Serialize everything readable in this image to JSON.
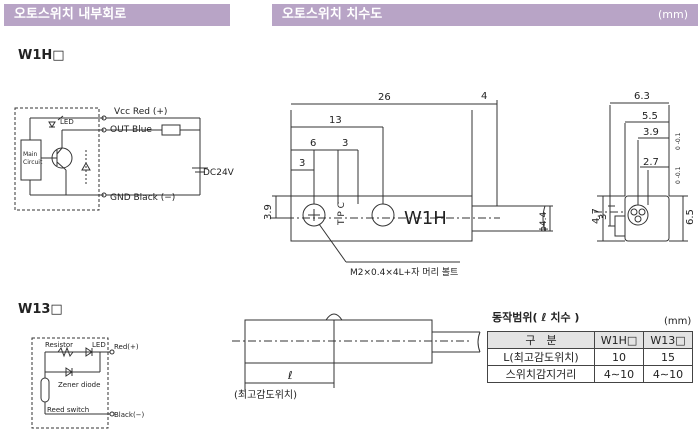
{
  "headers": {
    "internal_circuit": "오토스위치 내부회로",
    "dimensions": "오토스위치 치수도",
    "unit": "(mm)"
  },
  "models": {
    "w1h": "W1H□",
    "w13": "W13□"
  },
  "circuit_w1h": {
    "vcc": "Vcc Red (+)",
    "out": "OUT Blue",
    "gnd": "GND Black (−)",
    "led": "LED",
    "main_circuit": "Main\nCircuit",
    "supply": "DC24V"
  },
  "circuit_w13": {
    "resistor": "Resistor",
    "led": "LED",
    "red": "Red(+)",
    "zener": "Zener diode",
    "reed": "Reed switch",
    "black": "Black(−)"
  },
  "dims_w1h": {
    "d26": "26",
    "d4": "4",
    "d13": "13",
    "d6": "6",
    "d3a": "3",
    "d3b": "3",
    "d39": "3.9",
    "d44": "ϕ4.4",
    "label": "W1H",
    "tpc": "T P C",
    "screw": "M2×0.4×4L+자 머리 볼트"
  },
  "dims_side": {
    "d63": "6.3",
    "d55": "5.5",
    "d39": "3.9",
    "d27": "2.7",
    "tol1": "0\n-0.1",
    "tol2": "0\n-0.1",
    "d47": "4.7",
    "d3": "3",
    "d65": "6.5"
  },
  "w13_drawing": {
    "l": "ℓ",
    "caption": "(최고감도위치)"
  },
  "op_range": {
    "title": "동작범위( ℓ 치수 )",
    "unit": "(mm)",
    "columns": [
      "구　분",
      "W1H□",
      "W13□"
    ],
    "rows": [
      [
        "L(최고감도위치)",
        "10",
        "15"
      ],
      [
        "스위치감지거리",
        "4∼10",
        "4∼10"
      ]
    ]
  }
}
